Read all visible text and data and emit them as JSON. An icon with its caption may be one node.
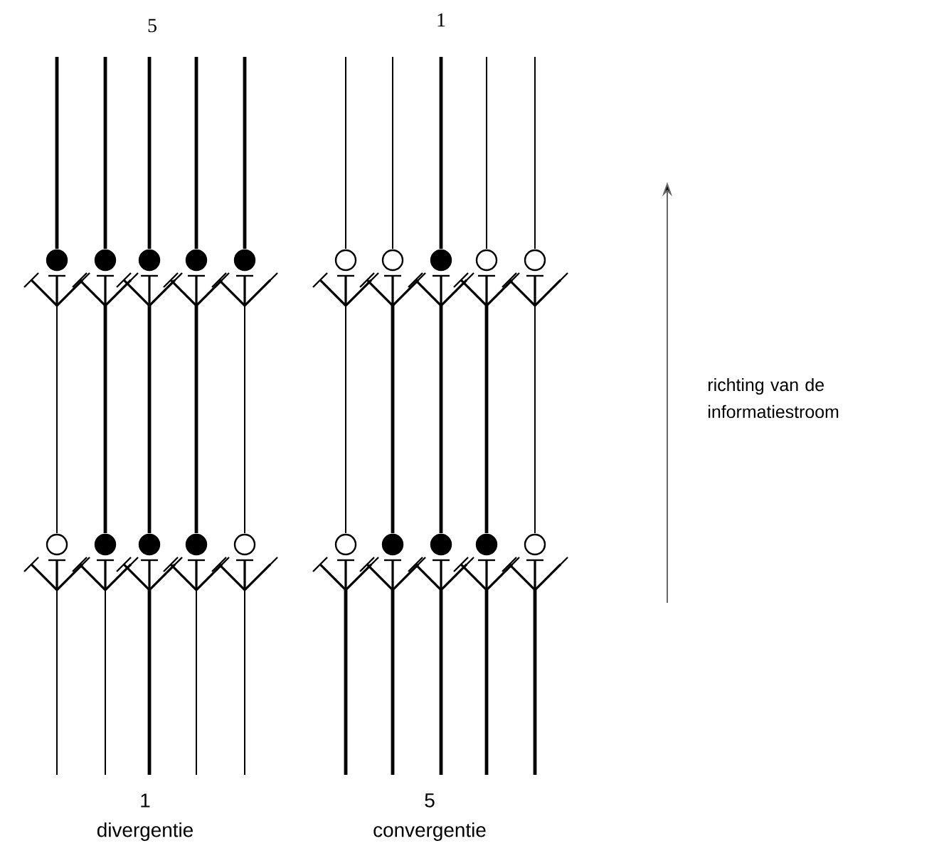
{
  "diagram": {
    "labels": [
      "5",
      "1",
      "richting van de informatiestroom",
      "1",
      "divergentie",
      "5",
      "convergentie"
    ]
  }
}
